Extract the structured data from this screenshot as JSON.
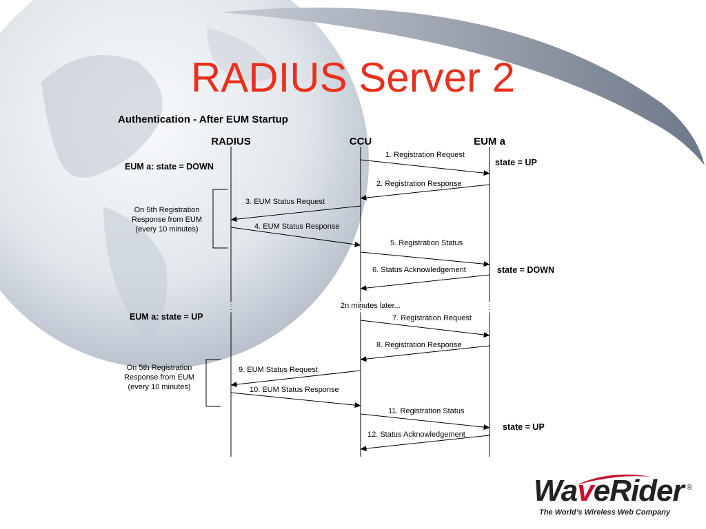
{
  "slide": {
    "title": "RADIUS Server 2",
    "subtitle": "Authentication - After EUM Startup"
  },
  "lanes": [
    {
      "id": "radius",
      "label": "RADIUS"
    },
    {
      "id": "ccu",
      "label": "CCU"
    },
    {
      "id": "eum",
      "label": "EUM a"
    }
  ],
  "messages": [
    {
      "label": "1. Registration Request"
    },
    {
      "label": "2. Registration Response"
    },
    {
      "label": "3. EUM Status Request"
    },
    {
      "label": "4. EUM Status Response"
    },
    {
      "label": "5. Registration Status"
    },
    {
      "label": "6. Status Acknowledgement"
    },
    {
      "label": "7. Registration Request"
    },
    {
      "label": "8. Registration Response"
    },
    {
      "label": "9. EUM Status Request"
    },
    {
      "label": "10. EUM Status Response"
    },
    {
      "label": "11. Registration Status"
    },
    {
      "label": "12. Status Acknowledgement"
    }
  ],
  "states": {
    "radius_down": "EUM a: state = DOWN",
    "radius_up": "EUM a: state = UP",
    "eum_up_1": "state = UP",
    "eum_down": "state = DOWN",
    "eum_up_2": "state = UP"
  },
  "notes": {
    "note1_line1": "On 5th Registration",
    "note1_line2": "Response from EUM",
    "note1_line3": "(every 10 minutes)",
    "note2_line1": "On 5th Registration",
    "note2_line2": "Response from EUM",
    "note2_line3": "(every 10 minutes)"
  },
  "gap_label": "2n minutes later...",
  "logo": {
    "brand_pre": "Wa",
    "brand_v": "v",
    "brand_post": "eRider",
    "registered": "®",
    "tagline": "The World’s Wireless Web Company"
  },
  "colors": {
    "title": "#e8301c",
    "logo_accent": "#c8102e",
    "globe_light": "#eef1f5",
    "globe_dark": "#9aa4b4"
  }
}
